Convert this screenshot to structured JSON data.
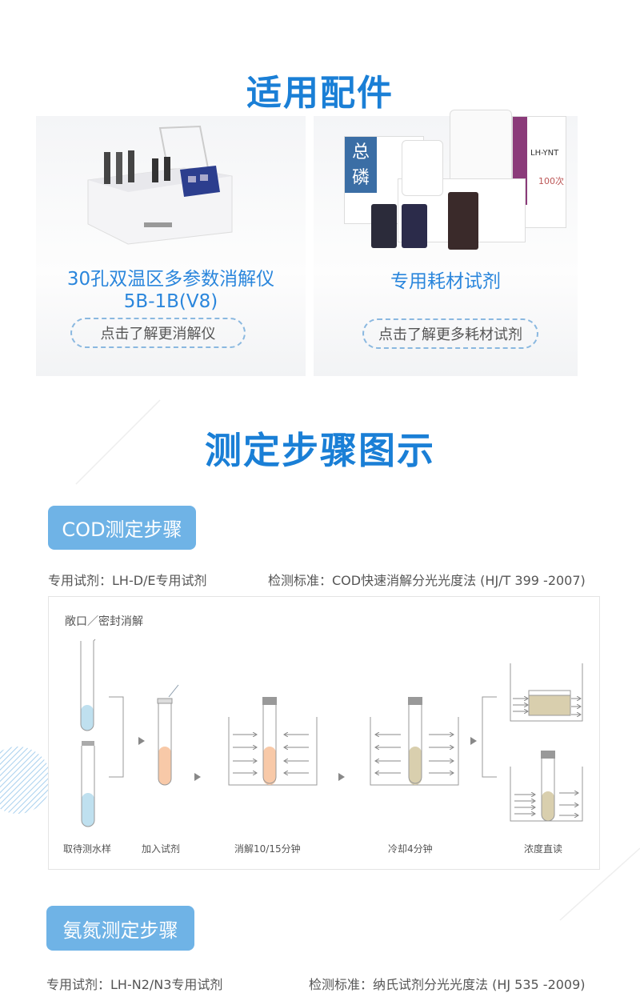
{
  "accessories": {
    "title": "适用配件",
    "cards": [
      {
        "name_line1": "30孔双温区多参数消解仪",
        "name_line2": "5B-1B(V8)",
        "button": "点击了解更消解仪"
      },
      {
        "name_line1": "专用耗材试剂",
        "button": "点击了解更多耗材试剂",
        "box_labels": [
          "总",
          "磷",
          "LH-YNT",
          "100次"
        ]
      }
    ]
  },
  "steps": {
    "title": "测定步骤图示",
    "cod": {
      "pill": "COD测定步骤",
      "reagent": "专用试剂：LH-D/E专用试剂",
      "standard": "检测标准：COD快速消解分光光度法 (HJ/T 399 -2007)",
      "diagram_title": "敞口／密封消解",
      "step_labels": [
        "取待测水样",
        "加入试剂",
        "消解10/15分钟",
        "冷却4分钟",
        "浓度直读"
      ]
    },
    "ammonia": {
      "pill": "氨氮测定步骤",
      "reagent": "专用试剂：LH-N2/N3专用试剂",
      "standard": "检测标准：纳氏试剂分光光度法 (HJ 535 -2009)"
    }
  },
  "colors": {
    "accent": "#1a7fd6",
    "pill": "#6fb3e6",
    "water": "#bfe0ef",
    "reagent": "#f8c9a8",
    "digested": "#d9cfae"
  }
}
